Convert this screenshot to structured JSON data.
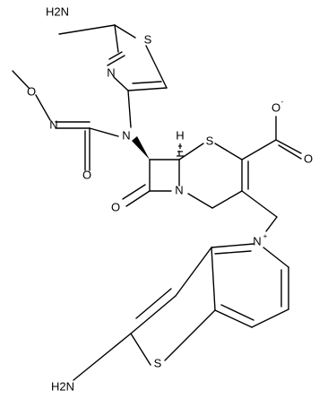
{
  "molecule": {
    "atom_labels": {
      "amino_thiazole_nh2": "H2N",
      "thiazole_n": "N",
      "thiazole_s": "S",
      "methoxy_o": "O",
      "oxime_n": "N",
      "amide_o": "O",
      "amide_n": "N",
      "stereo_h": "H",
      "ring_s": "S",
      "carboxylate_o_minus": "O",
      "carboxylate_o_minus_charge": "-",
      "carboxylate_o": "O",
      "beta_lactam_o": "O",
      "beta_lactam_n": "N",
      "pyridinium_n": "N",
      "pyridinium_charge": "+",
      "thieno_s": "S",
      "bottom_nh2": "H2N"
    }
  }
}
